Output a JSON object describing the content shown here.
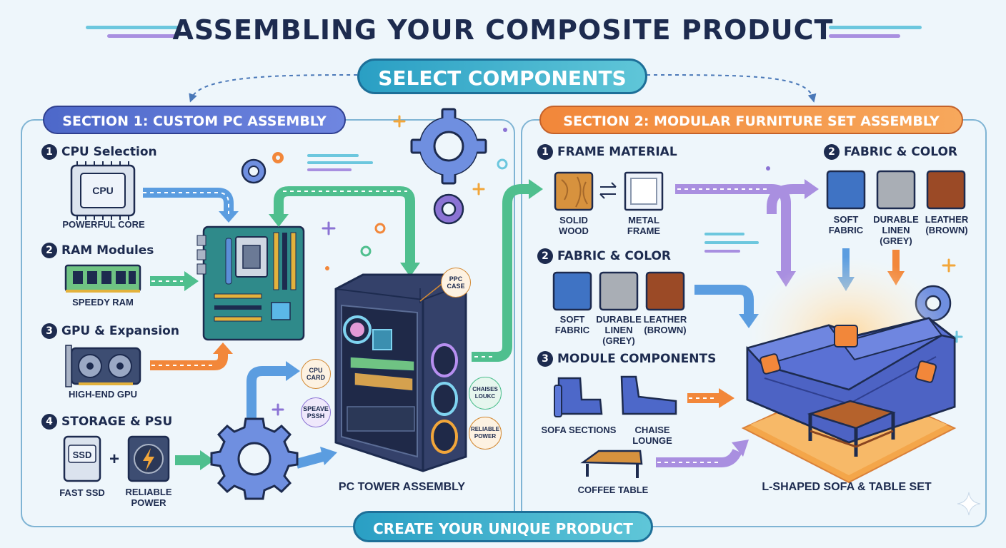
{
  "title": "ASSEMBLING YOUR COMPOSITE PRODUCT",
  "select_label": "SELECT COMPONENTS",
  "footer_label": "CREATE YOUR UNIQUE PRODUCT",
  "colors": {
    "navy": "#1d2b4f",
    "teal": "#3aa7c9",
    "blue": "#4d68c9",
    "orange": "#f2873a",
    "purple": "#9b7fd8",
    "green": "#4fbf8e"
  },
  "pc": {
    "header": "SECTION 1: CUSTOM PC ASSEMBLY",
    "steps": [
      {
        "num": "1",
        "label": "CPU Selection"
      },
      {
        "num": "2",
        "label": "RAM Modules"
      },
      {
        "num": "3",
        "label": "GPU & Expansion"
      },
      {
        "num": "4",
        "label": "STORAGE & PSU"
      }
    ],
    "cpu_chip": "CPU",
    "cpu_caption": "POWERFUL CORE",
    "ram_caption": "SPEEDY RAM",
    "gpu_caption": "HIGH-END GPU",
    "ssd_chip": "SSD",
    "plus_sign": "+",
    "ssd_caption": "FAST SSD",
    "psu_caption": "RELIABLE POWER",
    "tower_caption": "PC TOWER ASSEMBLY",
    "tags": {
      "case": "PPC CASE",
      "cpu_card": "CPU CARD",
      "chassis": "CHAISES LOUKC",
      "power": "RELIABLE POWER",
      "speave": "SPEAVE PSSH"
    }
  },
  "furniture": {
    "header": "SECTION 2: MODULAR FURNITURE SET ASSEMBLY",
    "step1": {
      "num": "1",
      "label": "FRAME MATERIAL"
    },
    "step2": {
      "num": "2",
      "label": "FABRIC & COLOR"
    },
    "step3": {
      "num": "3",
      "label": "MODULE COMPONENTS"
    },
    "step2b": {
      "num": "2",
      "label": "FABRIC & COLOR"
    },
    "frame_options": [
      "SOLID WOOD",
      "METAL FRAME"
    ],
    "fabric_options": [
      "SOFT FABRIC",
      "DURABLE LINEN (GREY)",
      "LEATHER (BROWN)"
    ],
    "fabric_options_b": [
      "SOFT FABRIC",
      "DURABLE LINEN (GREY)",
      "LEATHER (BROWN)"
    ],
    "modules": [
      "SOFA SECTIONS",
      "CHAISE LOUNGE",
      "COFFEE TABLE"
    ],
    "result_caption": "L-SHAPED SOFA & TABLE SET"
  }
}
